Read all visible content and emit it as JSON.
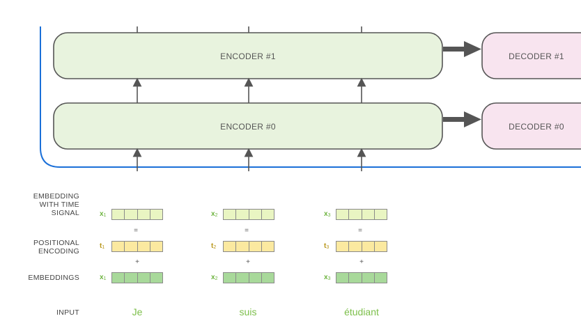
{
  "colors": {
    "encoder_fill": "#e8f3de",
    "decoder_fill": "#f8e4ef",
    "box_stroke": "#555555",
    "frame_blue": "#1a6fd8",
    "embedding_fill": "#a8d99a",
    "positional_fill": "#fbe9a0",
    "time_signal_fill": "#e9f5c2",
    "word_green": "#7cbf4a",
    "x_label_green": "#6cb33e",
    "t_label_gold": "#b8961a"
  },
  "encoders": [
    {
      "label": "ENCODER #1"
    },
    {
      "label": "ENCODER #0"
    }
  ],
  "decoders": [
    {
      "label": "DECODER #1"
    },
    {
      "label": "DECODER #0"
    }
  ],
  "row_labels": {
    "time_signal": [
      "EMBEDDING",
      "WITH TIME",
      "SIGNAL"
    ],
    "positional": [
      "POSITIONAL",
      "ENCODING"
    ],
    "embeddings": "EMBEDDINGS",
    "input": "INPUT"
  },
  "operators": {
    "equals": "=",
    "plus": "+"
  },
  "tokens": [
    {
      "word": "Je",
      "x": "x",
      "t": "t",
      "sub": "1"
    },
    {
      "word": "suis",
      "x": "x",
      "t": "t",
      "sub": "2"
    },
    {
      "word": "étudiant",
      "x": "x",
      "t": "t",
      "sub": "3"
    }
  ],
  "vector_cells": 4
}
